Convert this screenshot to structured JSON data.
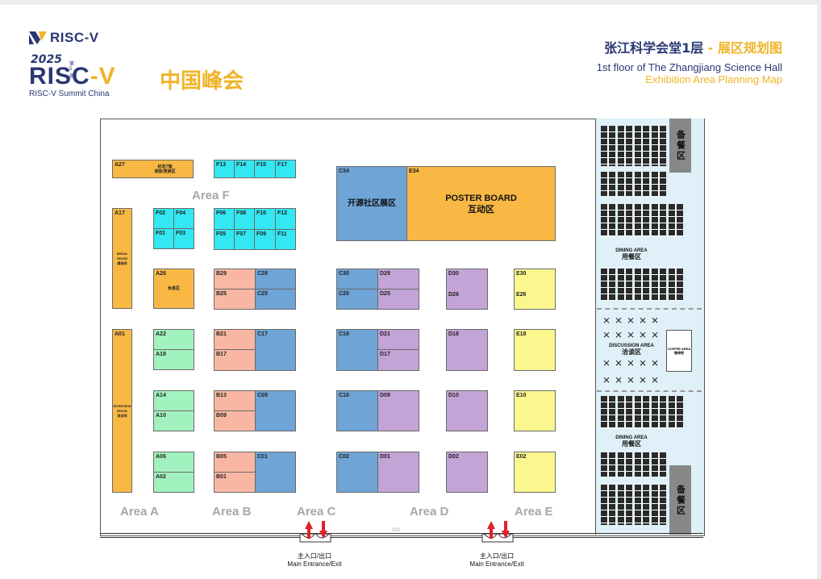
{
  "header": {
    "logo_top": "RISC-V",
    "logo_year": "2025",
    "logo_year_sub": "第5届",
    "logo_big_risc": "RISC",
    "logo_big_v": "-V",
    "logo_cn": "中国峰会",
    "logo_summit": "RISC-V Summit China",
    "title_cn_main": "张江科学会堂1层",
    "title_cn_hl": " - 展区规划图",
    "title_en": "1st floor of The Zhangjiang Science Hall",
    "title_en_sub": "Exhibition Area Planning Map"
  },
  "colors": {
    "navy": "#2a3774",
    "gold": "#f0b428",
    "area_a": "#a2f2bf",
    "area_b": "#f9b7a3",
    "area_c": "#6fa4d6",
    "area_d": "#c3a4d7",
    "area_e": "#fbf78e",
    "area_f": "#33e8f2",
    "special": "#f9b844"
  },
  "areas": {
    "a": "Area A",
    "b": "Area B",
    "c": "Area C",
    "d": "Area D",
    "e": "Area E",
    "f": "Area F"
  },
  "booths": {
    "A27": "A27",
    "A27_text": "纪念T恤\n领取/更换区",
    "A17": "A17",
    "A17_text": "MEDIA\nROOM\n媒体间",
    "A26": "A26",
    "A26_text": "休息区",
    "A01": "A01",
    "A01_text": "INTERVIEW\nROOM\n采访间",
    "A22": "A22",
    "A18": "A18",
    "A14": "A14",
    "A10": "A10",
    "A06": "A06",
    "A02": "A02",
    "B29": "B29",
    "B25": "B25",
    "B21": "B21",
    "B17": "B17",
    "B13": "B13",
    "B09": "B09",
    "B05": "B05",
    "B01": "B01",
    "C29": "C29",
    "C25": "C25",
    "C17": "C17",
    "C09": "C09",
    "C01": "C01",
    "C30": "C30",
    "C26": "C26",
    "C18": "C18",
    "C10": "C10",
    "C02": "C02",
    "C34": "C34",
    "C34_text": "开源社区展区",
    "E34": "E34",
    "E34_text1": "POSTER BOARD",
    "E34_text2": "互动区",
    "D29": "D29",
    "D25": "D25",
    "D21": "D21",
    "D17": "D17",
    "D09": "D09",
    "D01": "D01",
    "D30": "D30",
    "D26": "D26",
    "D18": "D18",
    "D10": "D10",
    "D02": "D02",
    "E30": "E30",
    "E26": "E26",
    "E18": "E18",
    "E10": "E10",
    "E02": "E02",
    "F13": "F13",
    "F14": "F14",
    "F15": "F15",
    "F17": "F17",
    "F02": "F02",
    "F04": "F04",
    "F01": "F01",
    "F03": "F03",
    "F06": "F06",
    "F08": "F08",
    "F10": "F10",
    "F12": "F12",
    "F05": "F05",
    "F07": "F07",
    "F09": "F09",
    "F11": "F11"
  },
  "dining": {
    "spare": "备餐区",
    "dining_en": "DINING AREA",
    "dining_cn": "用餐区",
    "discussion_en": "DISCUSSION AREA",
    "discussion_cn": "洽谈区",
    "coffee_en": "COFFEE AREA",
    "coffee_cn": "咖啡吧"
  },
  "entrance": {
    "cn": "主入口/出口",
    "en": "Main Entrance/Exit",
    "door": "D/C"
  }
}
